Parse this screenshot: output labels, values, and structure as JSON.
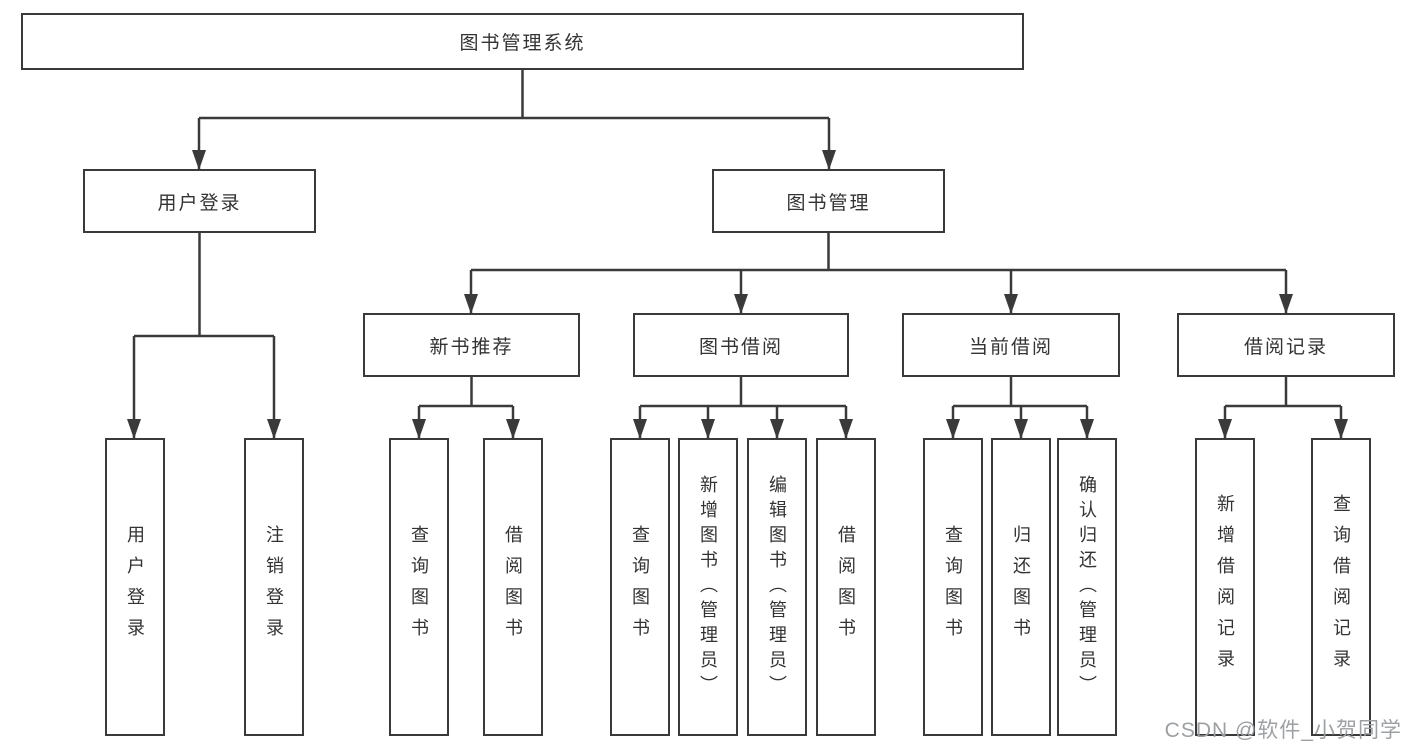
{
  "colors": {
    "background": "#ffffff",
    "line": "#3a3a3a",
    "box_border": "#3a3a3a",
    "text": "#333333",
    "watermark": "#9da0a3"
  },
  "diagram": {
    "type": "hierarchy-tree",
    "root": {
      "label": "图书管理系统"
    },
    "level2": [
      {
        "label": "用户登录"
      },
      {
        "label": "图书管理"
      }
    ],
    "level3": [
      {
        "label": "新书推荐"
      },
      {
        "label": "图书借阅"
      },
      {
        "label": "当前借阅"
      },
      {
        "label": "借阅记录"
      }
    ],
    "leaves": {
      "user_login": [
        "用户登录",
        "注销登录"
      ],
      "new_book": [
        "查询图书",
        "借阅图书"
      ],
      "book_borrow": [
        "查询图书",
        "新增图书（管理员）",
        "编辑图书（管理员）",
        "借阅图书"
      ],
      "current_borrow": [
        "查询图书",
        "归还图书",
        "确认归还（管理员）"
      ],
      "borrow_records": [
        "新增借阅记录",
        "查询借阅记录"
      ]
    }
  },
  "watermark": {
    "text": "CSDN @软件_小贺同学"
  }
}
